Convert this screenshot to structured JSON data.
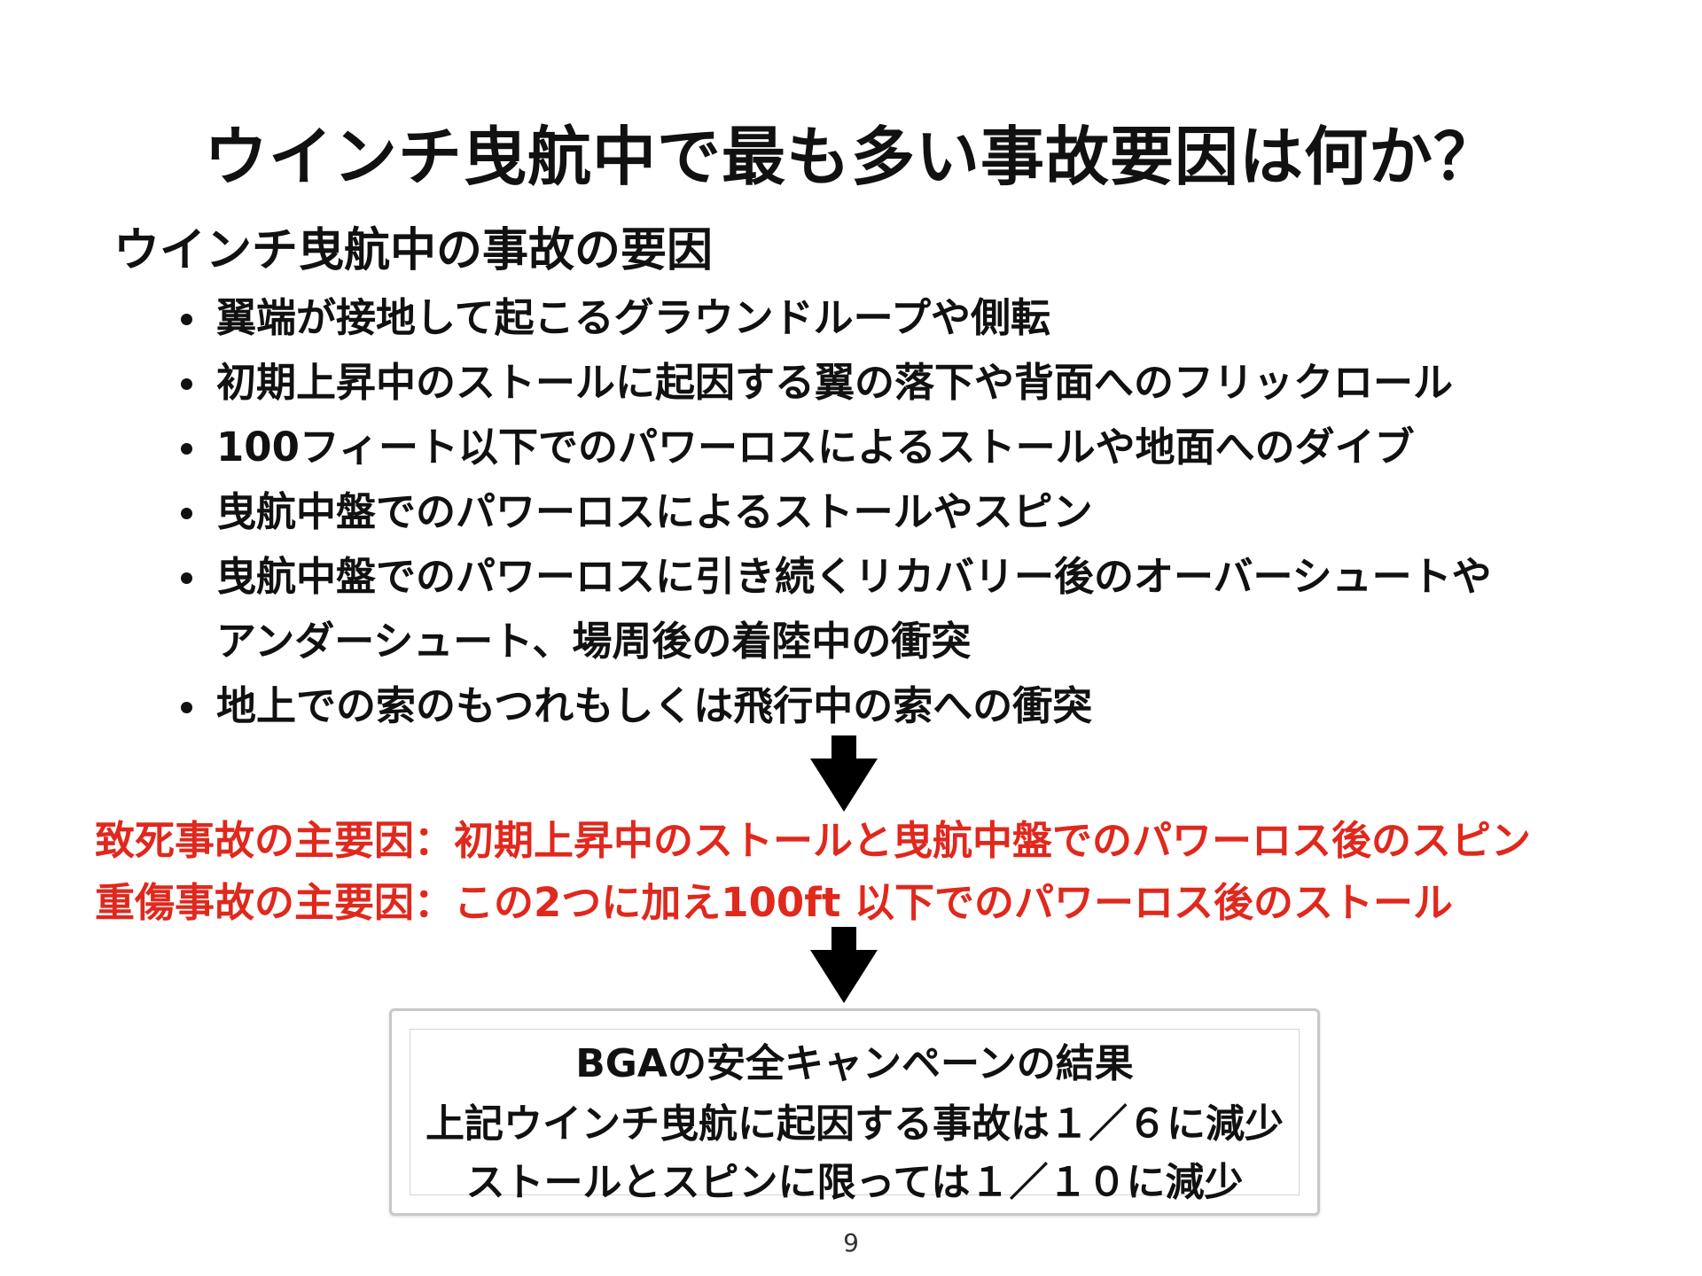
{
  "slide": {
    "title": "ウインチ曳航中で最も多い事故要因は何か？",
    "section_heading": "ウインチ曳航中の事故の要因",
    "bullets": [
      {
        "label": "翼端が接地して起こるグラウンドループや側転"
      },
      {
        "label": "初期上昇中のストールに起因する翼の落下や背面へのフリックロール"
      },
      {
        "label": "100フィート以下でのパワーロスによるストールや地面へのダイブ"
      },
      {
        "label": "曳航中盤でのパワーロスによるストールやスピン"
      },
      {
        "label": "曳航中盤でのパワーロスに引き続くリカバリー後のオーバーシュートや",
        "continuation": "アンダーシュート、場周後の着陸中の衝突"
      },
      {
        "label": "地上での索のもつれもしくは飛行中の索への衝突"
      }
    ],
    "findings": {
      "fatal": "致死事故の主要因：初期上昇中のストールと曳航中盤でのパワーロス後のスピン",
      "serious": "重傷事故の主要因：この2つに加え100ft 以下でのパワーロス後のストール"
    },
    "result": {
      "line1": "BGAの安全キャンペーンの結果",
      "line2": "上記ウインチ曳航に起因する事故は１／６に減少",
      "line3": "ストールとスピンに限っては１／１０に減少"
    },
    "page_number": "9",
    "accent_color": "#e0281d"
  }
}
